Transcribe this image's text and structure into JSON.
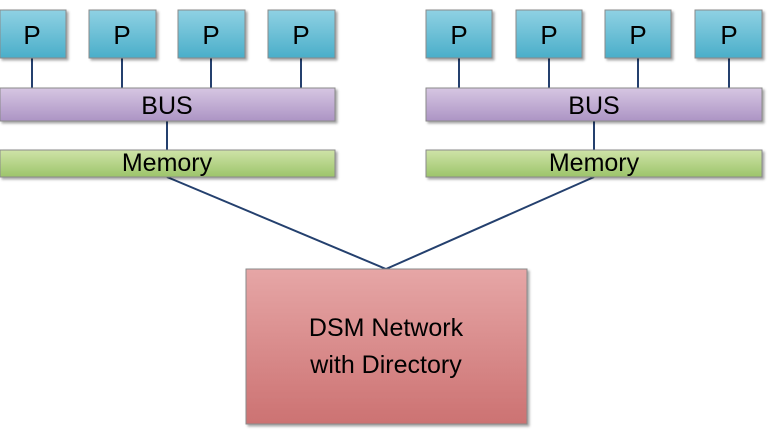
{
  "colors": {
    "processor_top": "#8fd1e3",
    "processor_bottom": "#4aaec9",
    "bus_top": "#d6c6e2",
    "bus_bottom": "#ac94c4",
    "memory_top": "#cfe3a8",
    "memory_bottom": "#9cc46a",
    "network_top": "#e6a6a6",
    "network_bottom": "#cc7272",
    "wire": "#24406e"
  },
  "clusters": [
    {
      "processors": [
        {
          "label": "P",
          "icon": "processor-node"
        },
        {
          "label": "P",
          "icon": "processor-node"
        },
        {
          "label": "P",
          "icon": "processor-node"
        },
        {
          "label": "P",
          "icon": "processor-node"
        }
      ],
      "bus_label": "BUS",
      "memory_label": "Memory"
    },
    {
      "processors": [
        {
          "label": "P",
          "icon": "processor-node"
        },
        {
          "label": "P",
          "icon": "processor-node"
        },
        {
          "label": "P",
          "icon": "processor-node"
        },
        {
          "label": "P",
          "icon": "processor-node"
        }
      ],
      "bus_label": "BUS",
      "memory_label": "Memory"
    }
  ],
  "network": {
    "line1": "DSM Network",
    "line2": "with Directory"
  }
}
